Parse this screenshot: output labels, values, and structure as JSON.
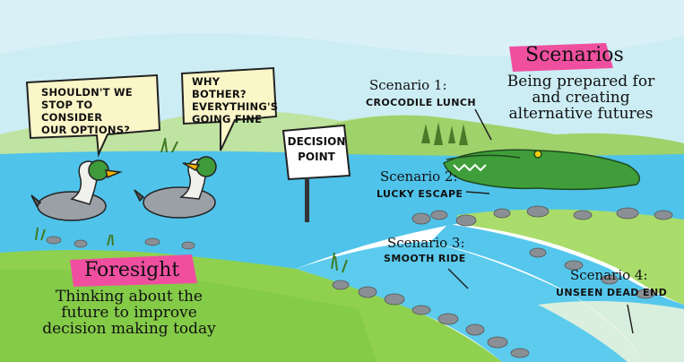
{
  "bubbles": {
    "left": "SHOULDN'T WE STOP TO CONSIDER OUR OPTIONS?",
    "left_lines": [
      "SHOULDN'T WE",
      "STOP TO CONSIDER",
      "OUR OPTIONS?"
    ],
    "right_lines": [
      "WHY BOTHER?",
      "EVERYTHING'S",
      "GOING FINE"
    ]
  },
  "sign": {
    "lines": [
      "DECISION",
      "POINT"
    ]
  },
  "scenarios_heading": "Scenarios",
  "scenarios_desc": [
    "Being prepared for",
    "and creating",
    "alternative futures"
  ],
  "foresight_heading": "Foresight",
  "foresight_desc": [
    "Thinking about the",
    "future to improve",
    "decision making today"
  ],
  "scenario_labels": [
    {
      "title": "Scenario 1:",
      "name": "CROCODILE LUNCH"
    },
    {
      "title": "Scenario 2:",
      "name": "LUCKY ESCAPE"
    },
    {
      "title": "Scenario 3:",
      "name": "SMOOTH RIDE"
    },
    {
      "title": "Scenario 4:",
      "name": "UNSEEN DEAD END"
    }
  ],
  "colors": {
    "highlight_pink": "#f04fa0",
    "water": "#4fc3ea",
    "grass": "#8fd14f",
    "sky": "#bfe8f2",
    "bubble": "#fbf6c8"
  }
}
